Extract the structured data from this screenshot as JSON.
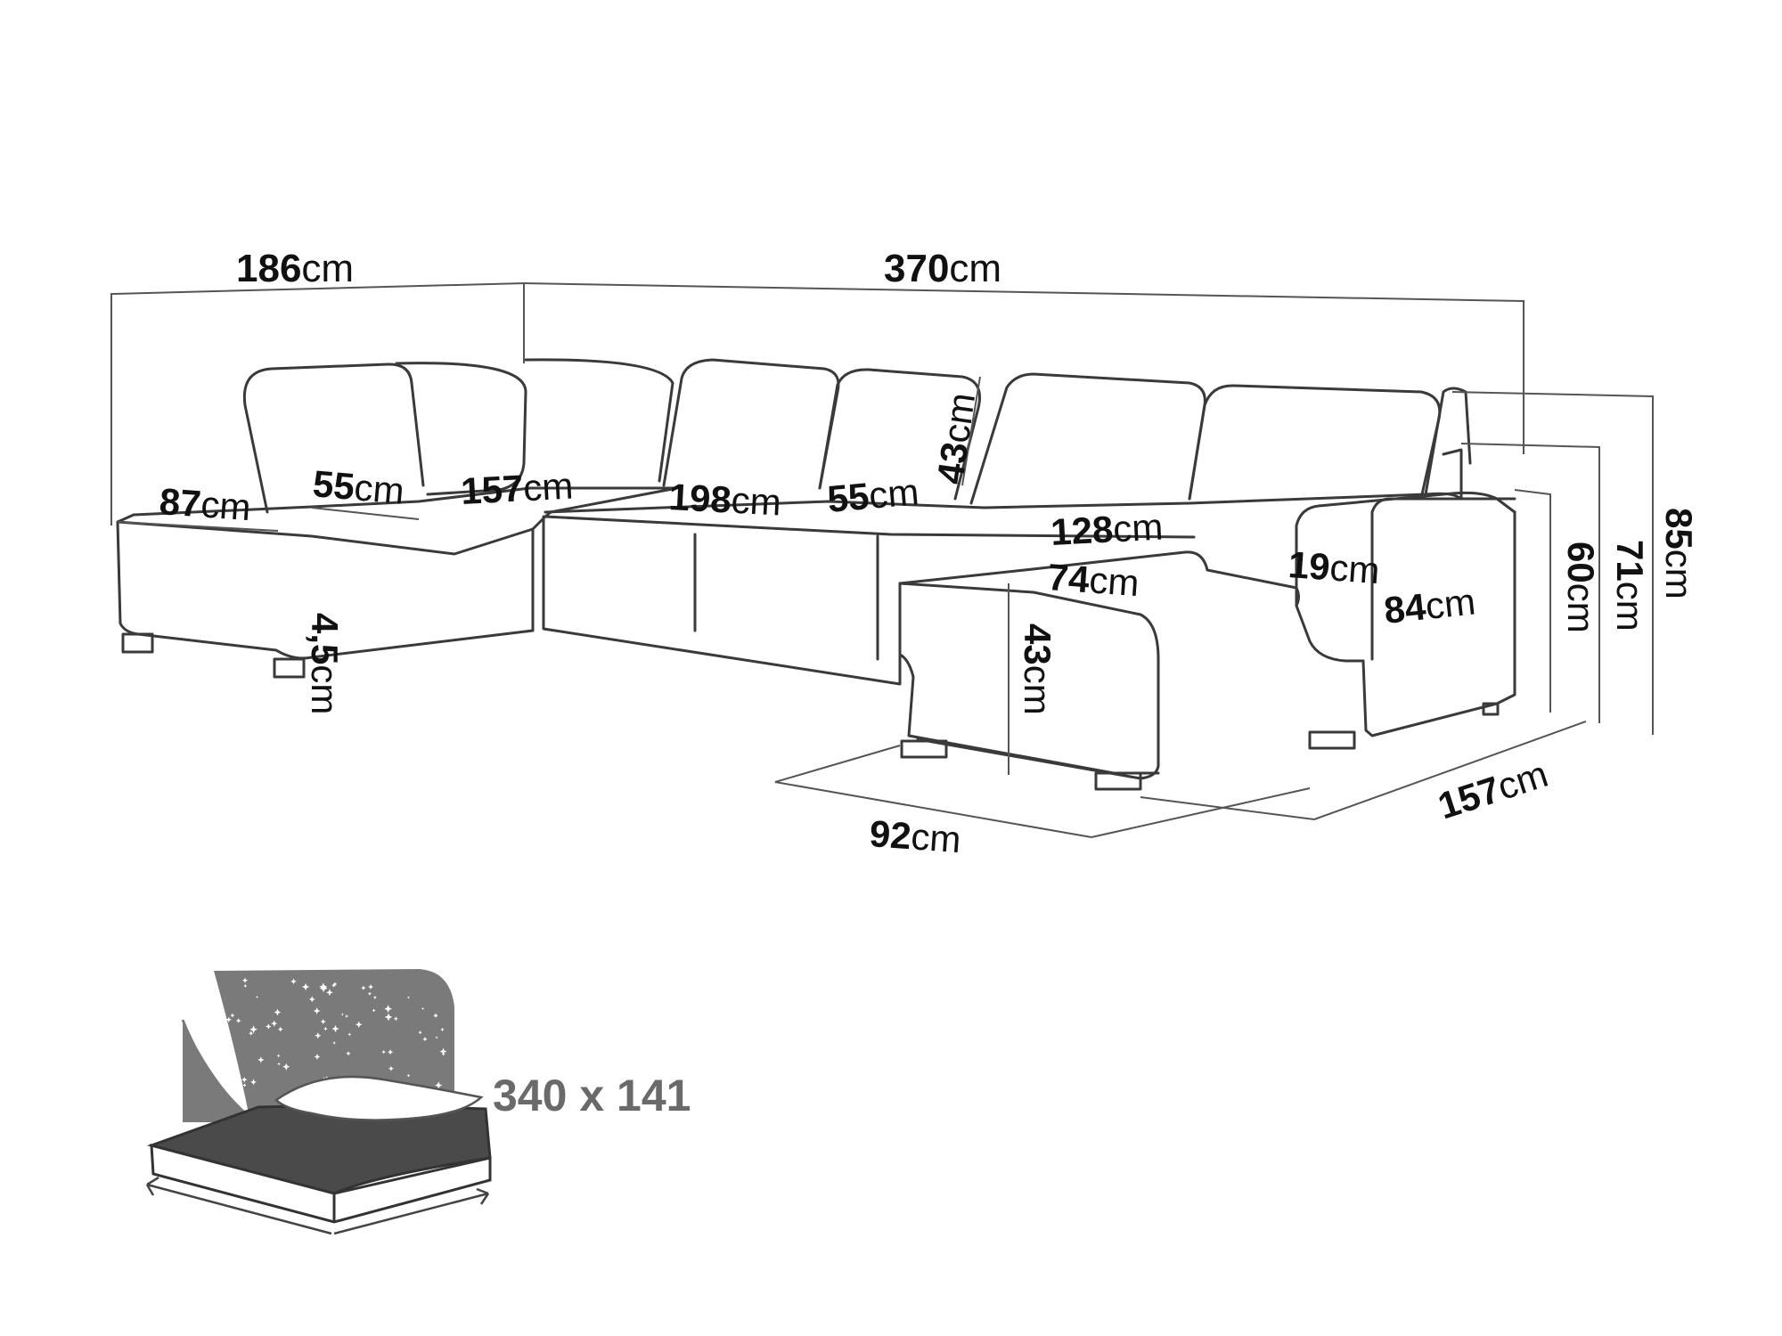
{
  "dimensions": [
    {
      "id": "overall-width-left",
      "value": "186",
      "unit": "cm"
    },
    {
      "id": "overall-width",
      "value": "370",
      "unit": "cm"
    },
    {
      "id": "left-chaise-width",
      "value": "87",
      "unit": "cm"
    },
    {
      "id": "left-seat-depth",
      "value": "55",
      "unit": "cm"
    },
    {
      "id": "left-seat-length",
      "value": "157",
      "unit": "cm"
    },
    {
      "id": "middle-seat-length",
      "value": "198",
      "unit": "cm"
    },
    {
      "id": "middle-seat-depth",
      "value": "55",
      "unit": "cm"
    },
    {
      "id": "backrest-height",
      "value": "43",
      "unit": "cm"
    },
    {
      "id": "right-seat-length",
      "value": "128",
      "unit": "cm"
    },
    {
      "id": "chaise-width",
      "value": "74",
      "unit": "cm"
    },
    {
      "id": "armrest-width",
      "value": "19",
      "unit": "cm"
    },
    {
      "id": "armrest-depth",
      "value": "84",
      "unit": "cm"
    },
    {
      "id": "seat-height",
      "value": "43",
      "unit": "cm"
    },
    {
      "id": "leg-height",
      "value": "4,5",
      "unit": "cm"
    },
    {
      "id": "chaise-depth",
      "value": "92",
      "unit": "cm"
    },
    {
      "id": "right-side-depth",
      "value": "157",
      "unit": "cm"
    },
    {
      "id": "armrest-height",
      "value": "60",
      "unit": "cm"
    },
    {
      "id": "side-height",
      "value": "71",
      "unit": "cm"
    },
    {
      "id": "overall-height",
      "value": "85",
      "unit": "cm"
    }
  ],
  "bed": {
    "size_label": "340 x 141",
    "icon": "sleeping-bed-icon"
  },
  "colors": {
    "line": "#3a3a3a",
    "text": "#111111",
    "night_sky": "#7a7a7a",
    "mattress": "#4a4a4a"
  }
}
